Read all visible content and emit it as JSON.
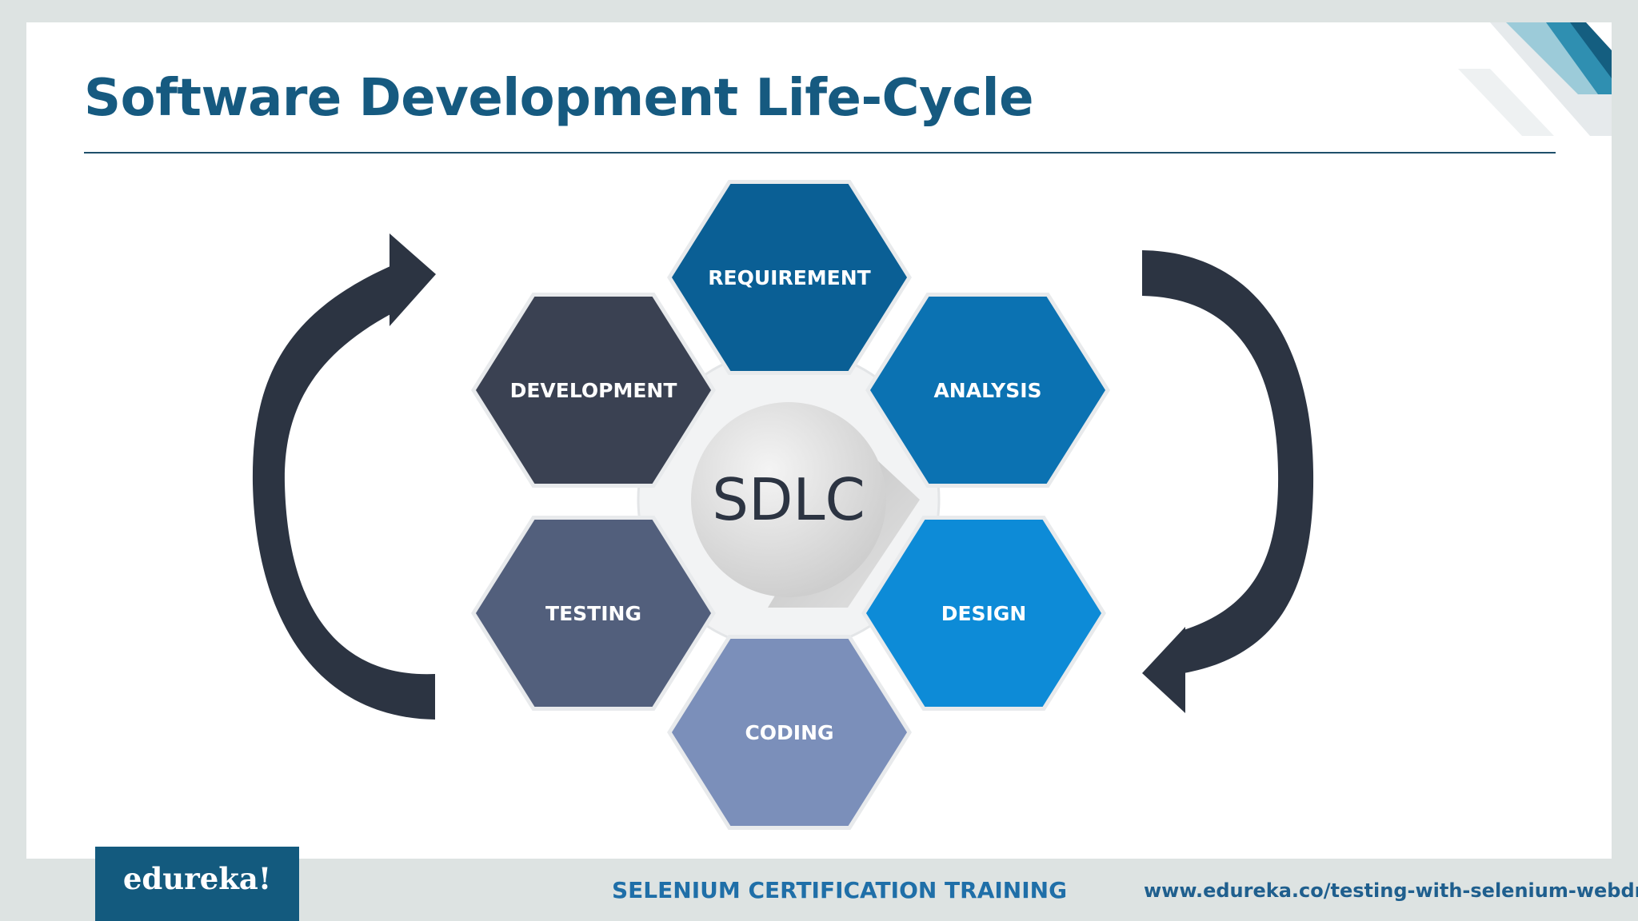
{
  "slide": {
    "title": "Software Development Life-Cycle"
  },
  "diagram": {
    "center_label": "SDLC",
    "phases": [
      {
        "label": "REQUIREMENT",
        "color": "#0a5f95"
      },
      {
        "label": "ANALYSIS",
        "color": "#0b72b2"
      },
      {
        "label": "DESIGN",
        "color": "#0d8bd7"
      },
      {
        "label": "CODING",
        "color": "#7b8fba"
      },
      {
        "label": "TESTING",
        "color": "#525f7c"
      },
      {
        "label": "DEVELOPMENT",
        "color": "#3a4152"
      }
    ],
    "arrow_color": "#2c3442"
  },
  "footer": {
    "logo": "edureka!",
    "course": "SELENIUM CERTIFICATION TRAINING",
    "url": "www.edureka.co/testing-with-selenium-webdriver"
  },
  "colors": {
    "title": "#165a80",
    "footer_box": "#135a7e",
    "accent": "#1f6fa8"
  }
}
